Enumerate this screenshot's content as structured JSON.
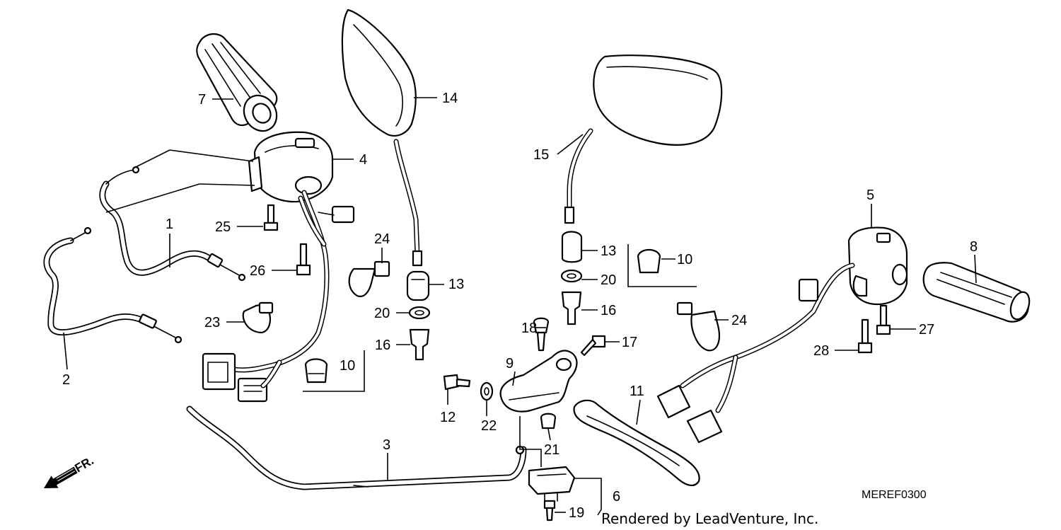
{
  "callouts": {
    "c1": "1",
    "c2": "2",
    "c3": "3",
    "c4": "4",
    "c5": "5",
    "c6": "6",
    "c7": "7",
    "c8": "8",
    "c9": "9",
    "c10a": "10",
    "c10b": "10",
    "c11": "11",
    "c12": "12",
    "c13a": "13",
    "c13b": "13",
    "c14": "14",
    "c15": "15",
    "c16a": "16",
    "c16b": "16",
    "c17": "17",
    "c18": "18",
    "c19": "19",
    "c20a": "20",
    "c20b": "20",
    "c21": "21",
    "c22": "22",
    "c23": "23",
    "c24a": "24",
    "c24b": "24",
    "c25": "25",
    "c26": "26",
    "c27": "27",
    "c28": "28"
  },
  "direction_label": "FR.",
  "diagram_code": "MEREF0300",
  "credit": "Rendered by LeadVenture, Inc."
}
